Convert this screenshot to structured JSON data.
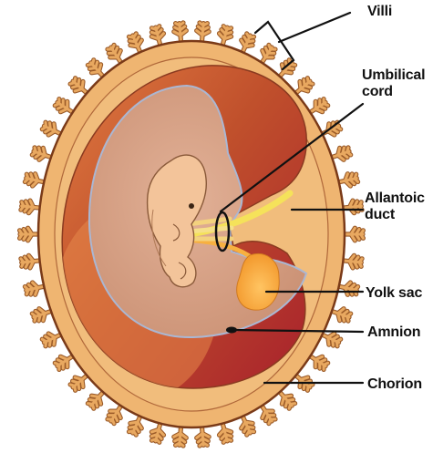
{
  "labels": {
    "villi": "Villi",
    "umbilical_cord_line1": "Umbilical",
    "umbilical_cord_line2": "cord",
    "allantoic_duct_line1": "Allantoic",
    "allantoic_duct_line2": "duct",
    "yolk_sac": "Yolk sac",
    "amnion": "Amnion",
    "chorion": "Chorion"
  },
  "colors": {
    "villi": "#e8a860",
    "villi_stroke": "#9a5a28",
    "chorion_ring": "#f0b874",
    "chorion_outline": "#7a3a18",
    "cavity_dark": "#a8212c",
    "cavity_mid": "#c0502c",
    "cavity_light": "#e07a40",
    "amnion_fill": "#d49f83",
    "amnion_edge": "#a9b6d2",
    "embryo": "#f3c49a",
    "embryo_stroke": "#8a5a3a",
    "yolk_sac": "#f7a93c",
    "allantois": "#f5e25a",
    "cord_tube": "#f2d27a",
    "leader_line": "#111111"
  }
}
